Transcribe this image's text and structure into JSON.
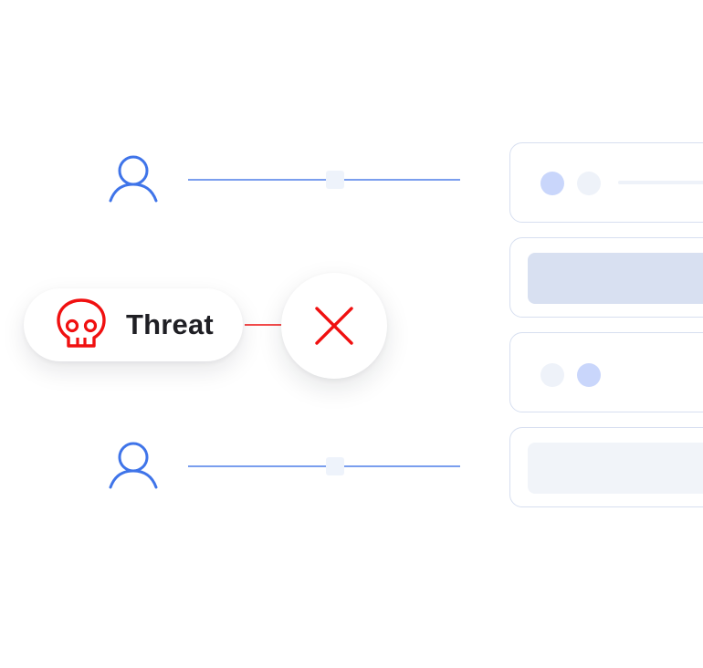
{
  "threat": {
    "label": "Threat",
    "icon": "skull-icon",
    "color": "#f01010"
  },
  "block": {
    "icon": "x-icon",
    "color": "#f01010"
  },
  "users": [
    {
      "icon": "user-icon"
    },
    {
      "icon": "user-icon"
    }
  ],
  "server_cards": [
    {
      "content": "dots-and-line"
    },
    {
      "content": "bar"
    },
    {
      "content": "dots"
    },
    {
      "content": "bar"
    }
  ],
  "colors": {
    "user": "#3f74e9",
    "connector": "#4f7fe9",
    "threat": "#f01010",
    "card_border": "#d7dff0",
    "card_fill_blue": "#d8e0f1",
    "card_fill_pale": "#f1f4f9"
  }
}
